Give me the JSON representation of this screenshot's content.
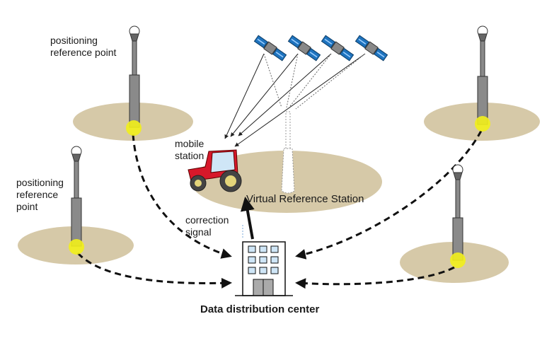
{
  "labels": {
    "ref_point_top_left": "positioning\nreference point",
    "ref_point_left": "positioning\nreference\npoint",
    "mobile_station": "mobile\nstation",
    "virtual_reference_station": "Virtual Reference Station",
    "correction_signal": "correction\nsignal",
    "data_center": "Data distribution center"
  },
  "colors": {
    "ground": "#d6c9a8",
    "highlight": "#f2ef1a",
    "satellite_panel": "#1e73be",
    "tractor": "#d7182a",
    "window": "#cfe6f7"
  },
  "satellites_count": 4,
  "reference_stations_count": 4
}
